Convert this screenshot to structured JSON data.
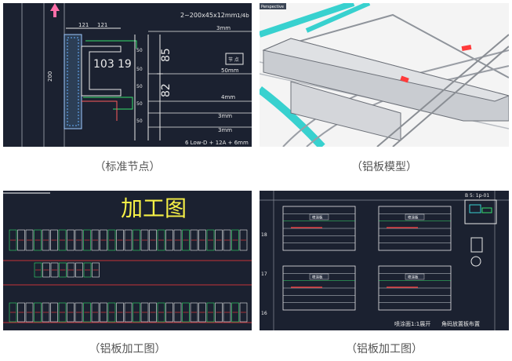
{
  "panels": [
    {
      "caption": "（标准节点）",
      "top_note": "2~200x45x12mm",
      "note_right": "1/4b",
      "dims": [
        "121",
        "121",
        "103",
        "19",
        "85",
        "82",
        "200",
        "50",
        "50",
        "50",
        "50",
        "50"
      ],
      "labels": [
        "3mm",
        "50mm",
        "4mm",
        "3mm",
        "3mm"
      ],
      "box_label": "节 点",
      "bottom_note": "6 Low-D + 12A + 6mm"
    },
    {
      "caption": "（铝板模型）",
      "tab_label": "Perspective"
    },
    {
      "caption": "（铝板加工图）",
      "title": "加工图"
    },
    {
      "caption": "（铝板加工图）",
      "corner_label": "B 5: 1p-01",
      "sheet_labels": [
        "喷涂板",
        "喷涂板",
        "喷涂板",
        "喷涂板"
      ],
      "footer_left": "喷涂面1:1展开",
      "footer_right": "角码放置板布置",
      "row_numbers": [
        "18",
        "17",
        "16"
      ]
    }
  ],
  "colors": {
    "cad_bg": "#1b2130",
    "cad_line": "#e9e9e9",
    "accent_cyan": "#38d1cf",
    "accent_red": "#ff3b3b",
    "accent_yellow": "#f6f046",
    "accent_green": "#35e06b"
  }
}
